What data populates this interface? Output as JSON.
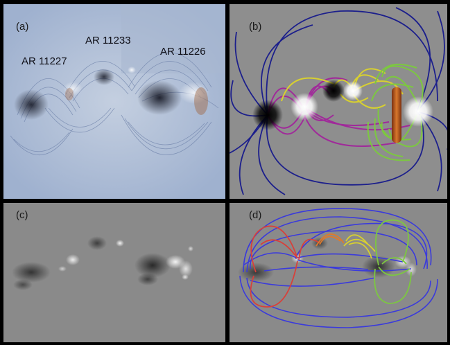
{
  "figure": {
    "panels": [
      {
        "id": "a",
        "label": "(a)",
        "type": "euv-overlay"
      },
      {
        "id": "b",
        "label": "(b)",
        "type": "field-model"
      },
      {
        "id": "c",
        "label": "(c)",
        "type": "magnetogram"
      },
      {
        "id": "d",
        "label": "(d)",
        "type": "magnetogram-field-lines"
      }
    ],
    "active_regions": [
      "AR 11227",
      "AR 11233",
      "AR 11226"
    ],
    "colors": {
      "background_gray": "#8c8c8c",
      "euv_blue": "#8fa7c9",
      "field_blue": "#1c1f8c",
      "field_magenta": "#a02a9a",
      "field_yellow": "#d8d030",
      "field_green": "#7cc840",
      "field_red": "#d8403a",
      "field_orange": "#e07a2a",
      "filament_brown": "#b4561e"
    }
  }
}
